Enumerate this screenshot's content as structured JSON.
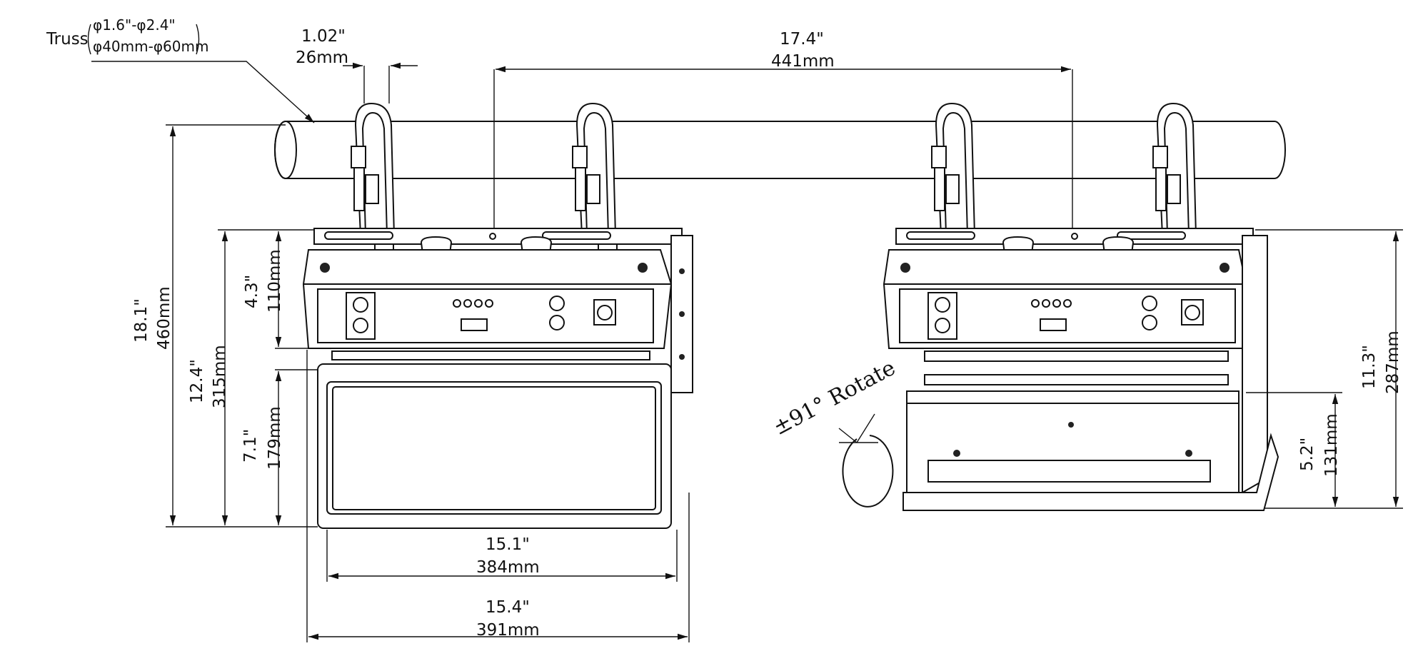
{
  "truss": {
    "label": "Truss",
    "range_in": "φ1.6\"-φ2.4\"",
    "range_mm": "φ40mm-φ60mm"
  },
  "dimensions": {
    "clamp_in": "1.02\"",
    "clamp_mm": "26mm",
    "clamp_spacing_in": "17.4\"",
    "clamp_spacing_mm": "441mm",
    "total_height_in": "18.1\"",
    "total_height_mm": "460mm",
    "body_height_in": "12.4\"",
    "body_height_mm": "315mm",
    "top_section_in": "4.3\"",
    "top_section_mm": "110mm",
    "lens_height_in": "7.1\"",
    "lens_height_mm": "179mm",
    "lens_width_in": "15.1\"",
    "lens_width_mm": "384mm",
    "total_width_in": "15.4\"",
    "total_width_mm": "391mm",
    "side_height_in": "11.3\"",
    "side_height_mm": "287mm",
    "side_lower_in": "5.2\"",
    "side_lower_mm": "131mm"
  },
  "rotate_label": "±91° Rotate"
}
